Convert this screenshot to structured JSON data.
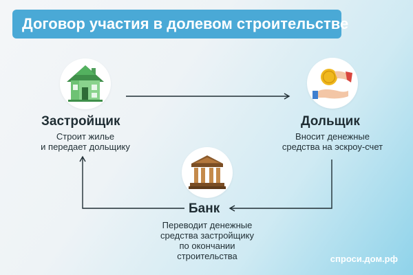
{
  "title": "Договор участия в долевом строительстве",
  "developer": {
    "name": "Застройщик",
    "desc_lines": [
      "Строит жилье",
      "и передает дольщику"
    ],
    "icon": "house-icon"
  },
  "shareholder": {
    "name": "Дольщик",
    "desc_lines": [
      "Вносит денежные",
      "средства на эскроу-счет"
    ],
    "icon": "money-hand-icon"
  },
  "bank": {
    "name": "Банк",
    "desc_lines": [
      "Переводит денежные",
      "средства застройщику",
      "по окончании",
      "строительства"
    ],
    "icon": "bank-icon"
  },
  "footer": "спроси.дом.рф",
  "colors": {
    "title_bg": "#4aa9d6",
    "arrow": "#1f2d33",
    "text": "#1f2d33"
  }
}
